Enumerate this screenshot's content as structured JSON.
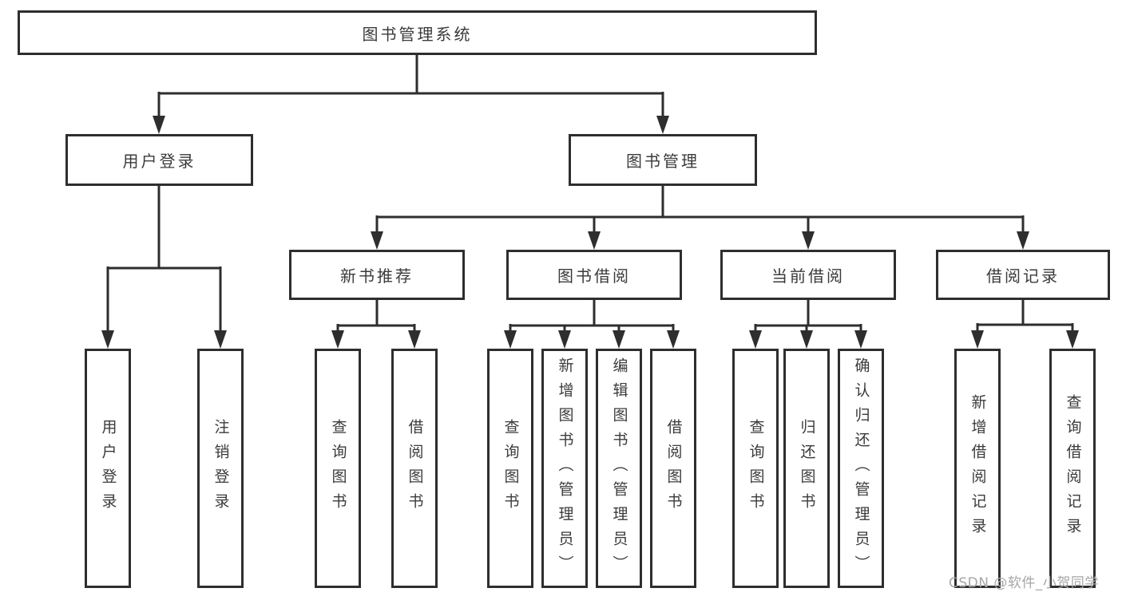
{
  "nodes": {
    "root": {
      "label": "图书管理系统"
    },
    "level2": [
      {
        "label": "用户登录"
      },
      {
        "label": "图书管理"
      }
    ],
    "level3": [
      {
        "label": "新书推荐"
      },
      {
        "label": "图书借阅"
      },
      {
        "label": "当前借阅"
      },
      {
        "label": "借阅记录"
      }
    ],
    "leaves": [
      {
        "label": "用户登录",
        "parent": "用户登录"
      },
      {
        "label": "注销登录",
        "parent": "用户登录"
      },
      {
        "label": "查询图书",
        "parent": "新书推荐"
      },
      {
        "label": "借阅图书",
        "parent": "新书推荐"
      },
      {
        "label": "查询图书",
        "parent": "图书借阅"
      },
      {
        "label": "新增图书（管理员）",
        "parent": "图书借阅"
      },
      {
        "label": "编辑图书（管理员）",
        "parent": "图书借阅"
      },
      {
        "label": "借阅图书",
        "parent": "图书借阅"
      },
      {
        "label": "查询图书",
        "parent": "当前借阅"
      },
      {
        "label": "归还图书",
        "parent": "当前借阅"
      },
      {
        "label": "确认归还（管理员）",
        "parent": "当前借阅"
      },
      {
        "label": "新增借阅记录",
        "parent": "借阅记录"
      },
      {
        "label": "查询借阅记录",
        "parent": "借阅记录"
      }
    ]
  },
  "watermark": {
    "text": "CSDN @软件_小贺同学"
  },
  "colors": {
    "line": "#2e2e2e",
    "text": "#3b3b3b",
    "watermark": "#a6a6a6",
    "background": "#ffffff"
  }
}
